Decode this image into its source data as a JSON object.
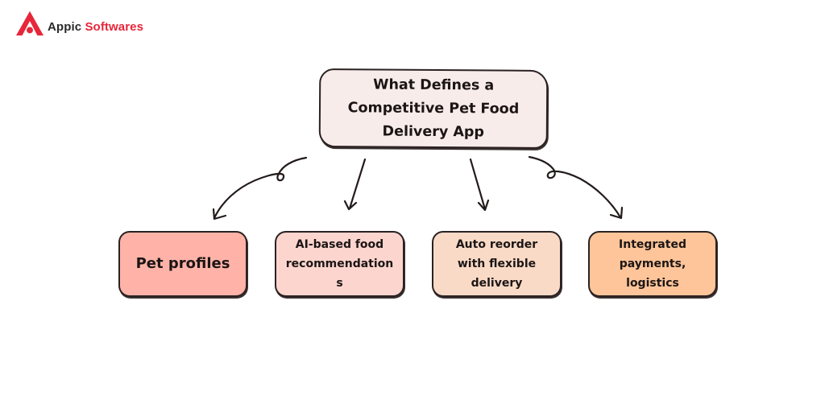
{
  "brand": {
    "name_part1": "Appic",
    "name_part2": "Softwares",
    "logo_icon": "appic-logo-icon",
    "accent_color": "#e8263a"
  },
  "diagram": {
    "title_lines": [
      "What Defines a",
      "Competitive Pet Food",
      "Delivery App"
    ],
    "children": [
      {
        "lines": [
          "Pet profiles"
        ],
        "color": "#ffb3a8"
      },
      {
        "lines": [
          "AI-based food",
          "recommendation",
          "s"
        ],
        "color": "#fcd5ce"
      },
      {
        "lines": [
          "Auto reorder",
          "with flexible",
          "delivery"
        ],
        "color": "#f9dac6"
      },
      {
        "lines": [
          "Integrated",
          "payments,",
          "logistics"
        ],
        "color": "#fdc599"
      }
    ]
  }
}
